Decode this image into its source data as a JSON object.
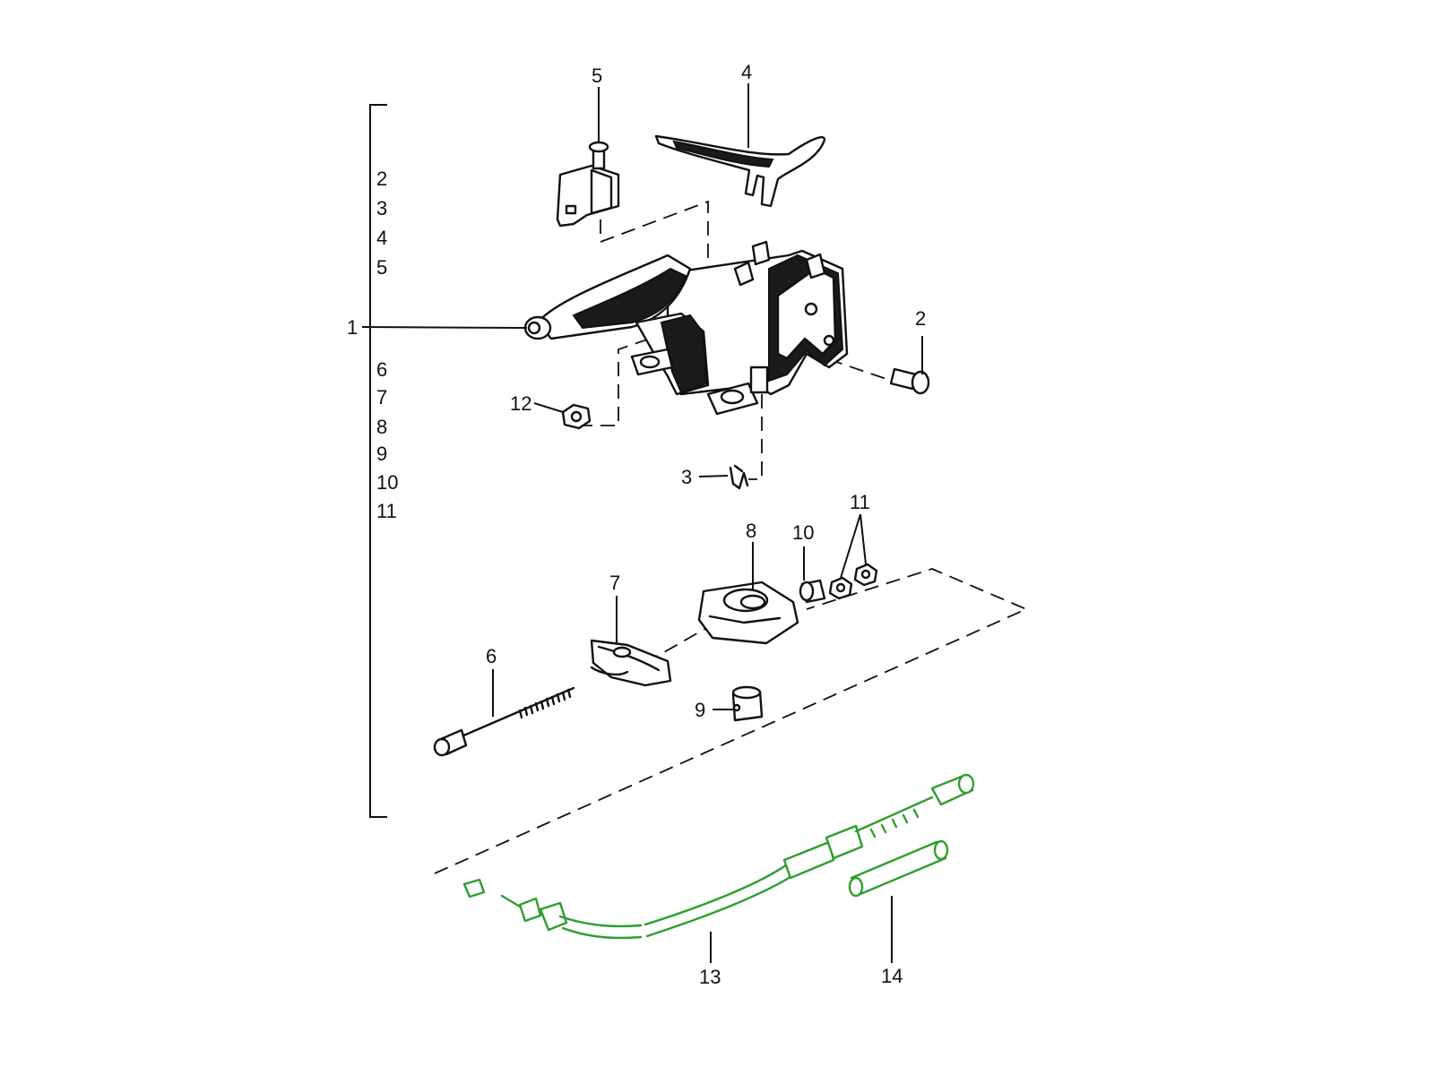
{
  "callouts": {
    "c1": "1",
    "c2": "2",
    "c3": "3",
    "c4": "4",
    "c5": "5",
    "c6": "6",
    "c7": "7",
    "c8": "8",
    "c9": "9",
    "c10": "10",
    "c11": "11",
    "c12": "12",
    "c13": "13",
    "c14": "14"
  },
  "assembly_list": [
    "2",
    "3",
    "4",
    "5",
    "6",
    "7",
    "8",
    "9",
    "10",
    "11"
  ],
  "colors": {
    "ink": "#111111",
    "highlight": "#2e9e2e",
    "background": "#ffffff"
  }
}
